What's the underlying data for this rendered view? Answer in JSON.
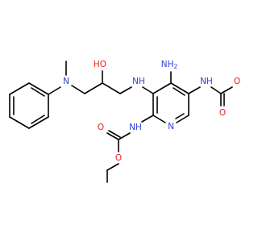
{
  "molecule": {
    "colors": {
      "carbon_bond": "#000000",
      "nitrogen": "#2f3fd6",
      "oxygen": "#e8231b",
      "background": "#ffffff"
    },
    "labels": {
      "amino_group": "NH2",
      "amino_group_display": "NH",
      "amino_subscript": "2",
      "hydroxy": "HO",
      "hydroxy_display": "HO",
      "methyl_n": "N",
      "ring_n": "N",
      "nh_top": "NH",
      "nh_top_display": "NH",
      "nh_right": "NH",
      "nh_right_display": "NH",
      "nh_bottom": "NH",
      "nh_bottom_display": "NH",
      "carbamate_o_top": "O",
      "carbamate_o_right": "O",
      "carbamate_o_bottom_single": "O",
      "carbamate_o_bottom_double": "O"
    }
  }
}
